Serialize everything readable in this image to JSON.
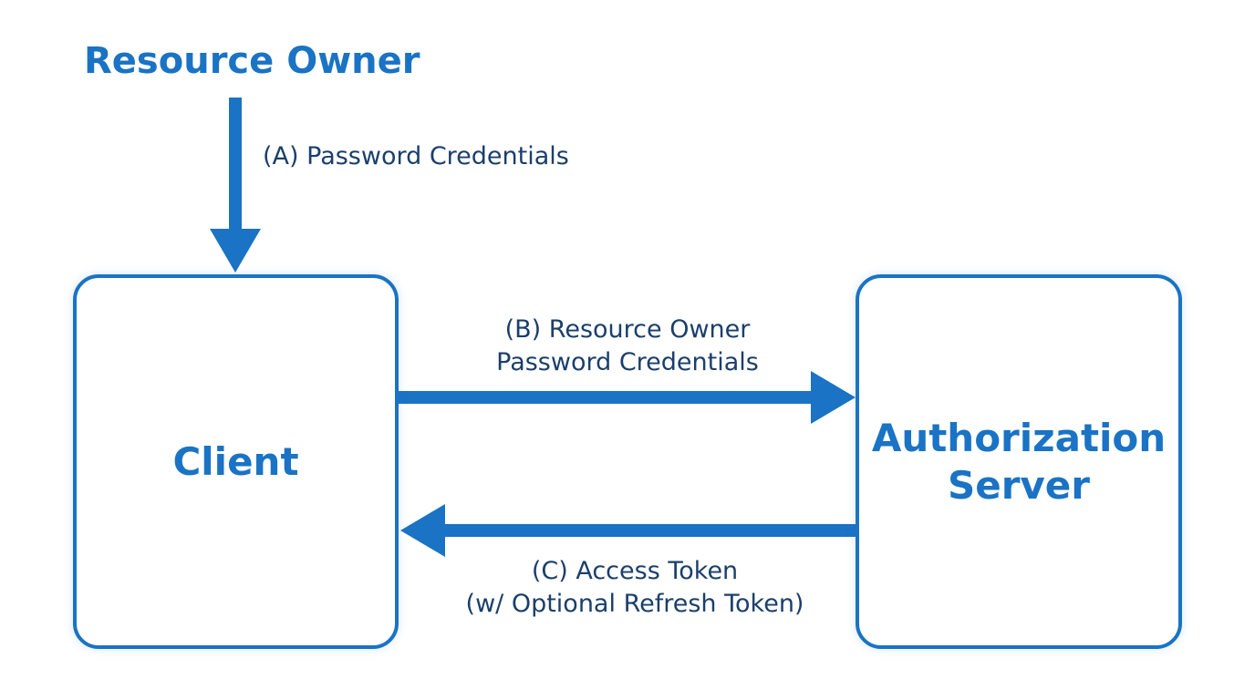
{
  "resource_owner": {
    "label": "Resource Owner"
  },
  "flows": {
    "a": {
      "label": "(A) Password Credentials"
    },
    "b": {
      "line1": "(B) Resource Owner",
      "line2": "Password Credentials"
    },
    "c": {
      "line1": "(C) Access Token",
      "line2": "(w/ Optional Refresh Token)"
    }
  },
  "client": {
    "label": "Client"
  },
  "authorization_server": {
    "line1": "Authorization",
    "line2": "Server"
  },
  "colors": {
    "accent": "#1a73c4",
    "label_text": "#1b3f6b",
    "background": "#ffffff"
  }
}
